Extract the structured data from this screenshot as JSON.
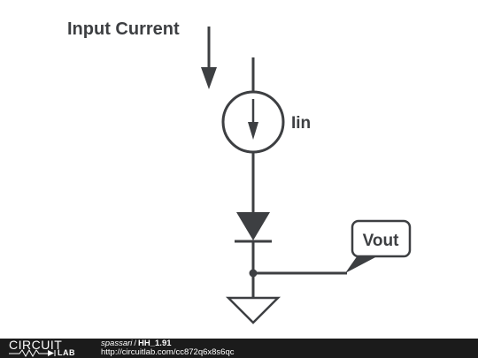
{
  "diagram": {
    "title": "Input Current",
    "source_label": "Iin",
    "output_label": "Vout"
  },
  "colors": {
    "ink": "#3d3f42",
    "footer_background": "#1b1b1b",
    "footer_text": "#ffffff"
  },
  "footer": {
    "logo_top": "CIRCUIT",
    "logo_bottom": "LAB",
    "author": "spassari",
    "separator": "/",
    "circuit_name": "HH_1.91",
    "url": "http://circuitlab.com/cc872q6x8s6qc"
  }
}
